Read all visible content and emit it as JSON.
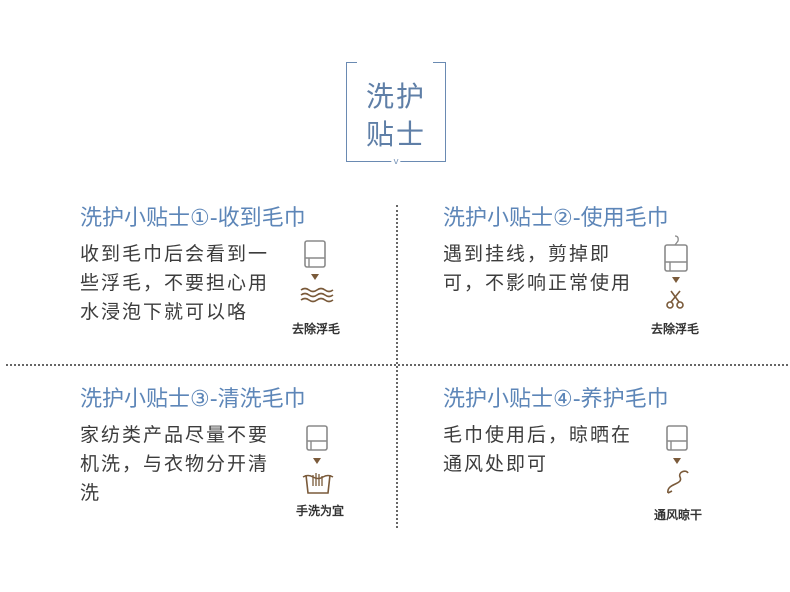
{
  "header": {
    "line1": "洗护",
    "line2": "贴士",
    "mark": "v"
  },
  "tips": [
    {
      "title": "洗护小贴士①-收到毛巾",
      "body": "收到毛巾后会看到一些浮毛，不要担心用水浸泡下就可以咯",
      "icon_caption": "去除浮毛",
      "icon": "towel-water-icon"
    },
    {
      "title": "洗护小贴士②-使用毛巾",
      "body": "遇到挂线，剪掉即可，不影响正常使用",
      "icon_caption": "去除浮毛",
      "icon": "towel-scissors-icon"
    },
    {
      "title": "洗护小贴士③-清洗毛巾",
      "body": "家纺类产品尽量不要机洗，与衣物分开清洗",
      "icon_caption": "手洗为宜",
      "icon": "towel-handwash-icon"
    },
    {
      "title": "洗护小贴士④-养护毛巾",
      "body": "毛巾使用后，晾晒在通风处即可",
      "icon_caption": "通风晾干",
      "icon": "towel-airdry-icon"
    }
  ],
  "colors": {
    "accent_blue": "#5d86b8",
    "icon_brown": "#7a5a3a",
    "icon_gray": "#8a8a8a",
    "divider": "#666666"
  }
}
